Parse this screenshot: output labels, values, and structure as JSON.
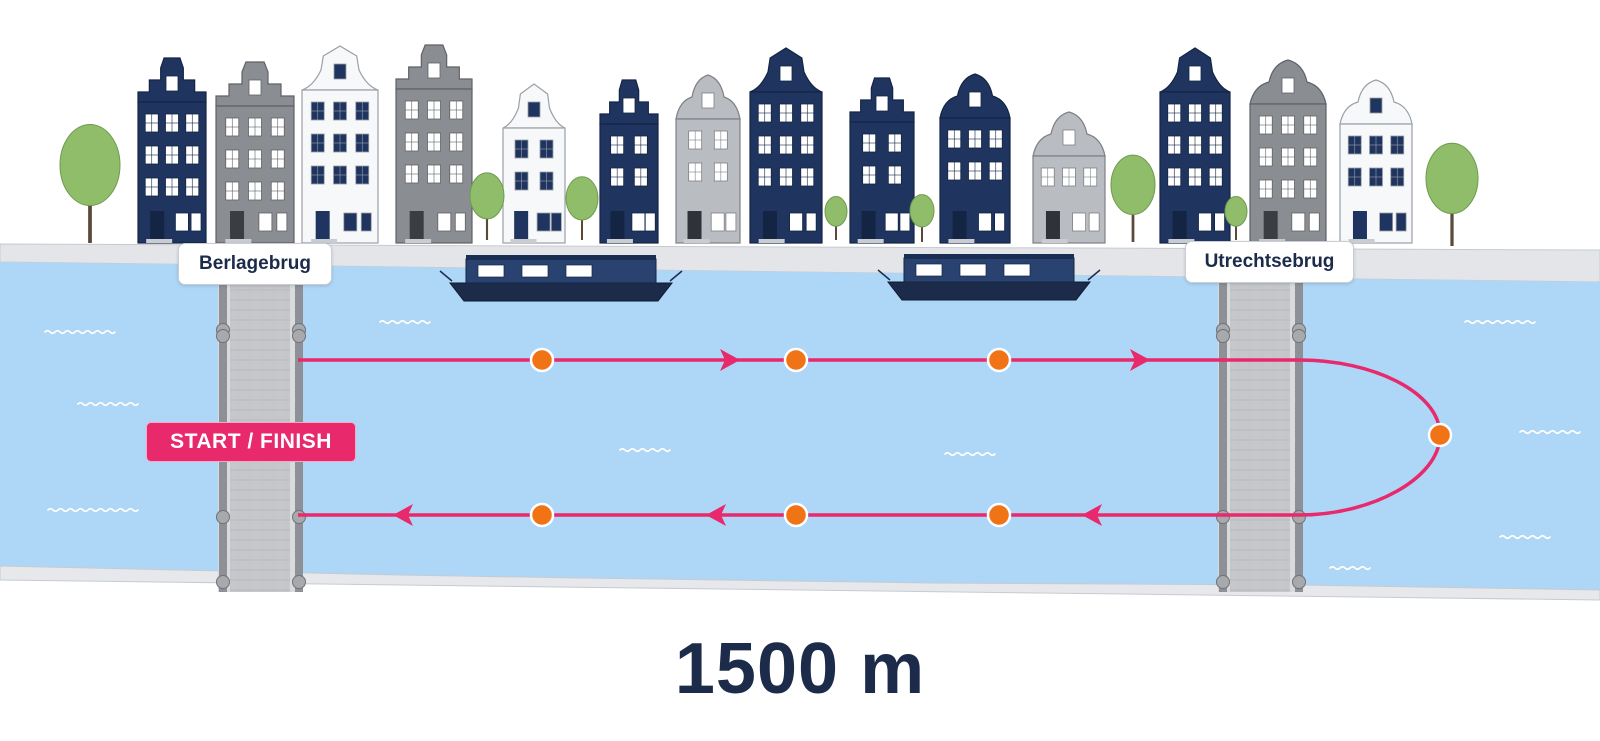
{
  "bridges": {
    "left": "Berlagebrug",
    "right": "Utrechtsebrug"
  },
  "badge": "START / FINISH",
  "distance": "1500 m",
  "colors": {
    "water": "#aed6f7",
    "route": "#e8296b",
    "marker": "#f07316",
    "navy": "#1c2b4a",
    "quay": "#e3e5e8"
  },
  "icons": [
    "house-icon",
    "tree-icon",
    "houseboat-icon",
    "bridge-icon",
    "route-arrow-icon",
    "buoy-marker-icon"
  ]
}
